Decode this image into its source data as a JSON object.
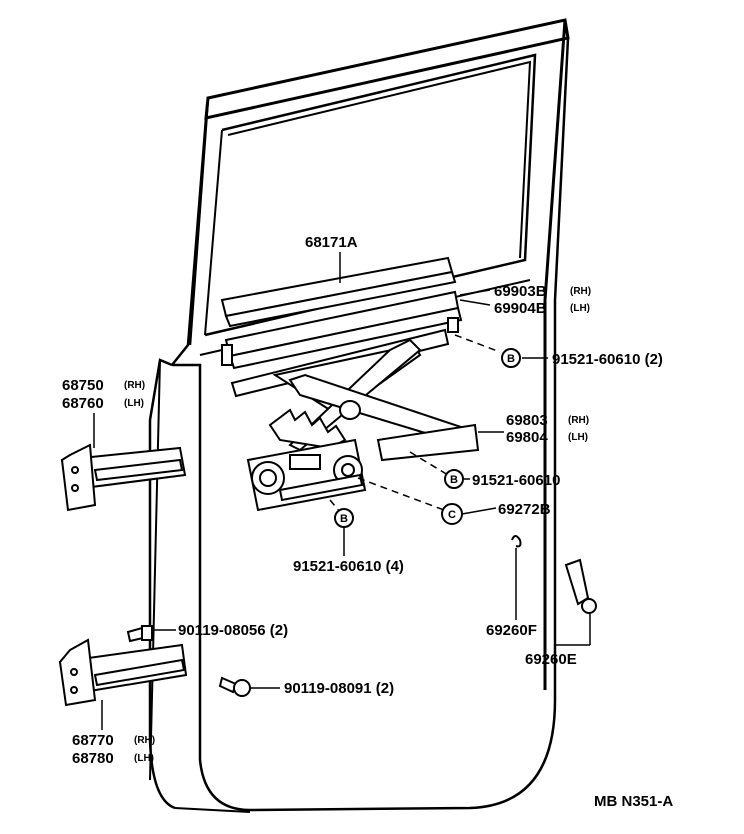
{
  "labels": {
    "channel": "68171A",
    "run_rh": "69903B",
    "run_lh": "69904B",
    "rh": "(RH)",
    "lh": "(LH)",
    "bolt_top": "91521-60610 (2)",
    "arm_rh": "69803",
    "arm_lh": "69804",
    "arm_rh_tag": "(RH)",
    "arm_lh_tag": "(LH)",
    "bolt_mid": "91521-60610",
    "clip": "69272B",
    "bolt_bottom": "91521-60610 (4)",
    "hinge_upper_rh": "68750",
    "hinge_upper_lh": "68760",
    "hinge_upper_rh_tag": "(RH)",
    "hinge_upper_lh_tag": "(LH)",
    "screw_upper": "90119-08056 (2)",
    "screw_lower": "90119-08091 (2)",
    "hinge_lower_rh": "68770",
    "hinge_lower_lh": "68780",
    "hinge_lower_rh_tag": "(RH)",
    "hinge_lower_lh_tag": "(LH)",
    "rod": "69260F",
    "handle": "69260E",
    "diagram_code": "MB N351-A"
  },
  "callout_letters": {
    "b": "B",
    "c": "C"
  }
}
